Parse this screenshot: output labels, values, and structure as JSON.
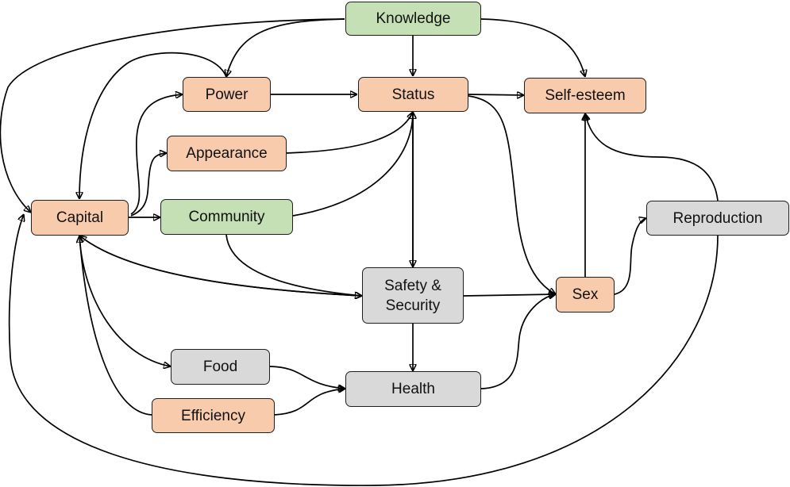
{
  "colors": {
    "orange": "#f8cbad",
    "green": "#c5e0b4",
    "gray": "#d9d9d9",
    "stroke": "#000000"
  },
  "nodes": {
    "knowledge": {
      "label": "Knowledge",
      "color": "green"
    },
    "power": {
      "label": "Power",
      "color": "orange"
    },
    "status": {
      "label": "Status",
      "color": "orange"
    },
    "self_esteem": {
      "label": "Self-esteem",
      "color": "orange"
    },
    "appearance": {
      "label": "Appearance",
      "color": "orange"
    },
    "capital": {
      "label": "Capital",
      "color": "orange"
    },
    "community": {
      "label": "Community",
      "color": "green"
    },
    "reproduction": {
      "label": "Reproduction",
      "color": "gray"
    },
    "safety": {
      "label": "Safety &\nSecurity",
      "color": "gray"
    },
    "sex": {
      "label": "Sex",
      "color": "orange"
    },
    "food": {
      "label": "Food",
      "color": "gray"
    },
    "health": {
      "label": "Health",
      "color": "gray"
    },
    "efficiency": {
      "label": "Efficiency",
      "color": "orange"
    }
  },
  "edges": [
    {
      "from": "knowledge",
      "to": "power"
    },
    {
      "from": "knowledge",
      "to": "status"
    },
    {
      "from": "knowledge",
      "to": "self_esteem"
    },
    {
      "from": "knowledge",
      "to": "capital"
    },
    {
      "from": "power",
      "to": "status"
    },
    {
      "from": "power",
      "to": "capital"
    },
    {
      "from": "capital",
      "to": "power"
    },
    {
      "from": "capital",
      "to": "appearance"
    },
    {
      "from": "capital",
      "to": "community"
    },
    {
      "from": "appearance",
      "to": "status"
    },
    {
      "from": "community",
      "to": "status"
    },
    {
      "from": "community",
      "to": "safety"
    },
    {
      "from": "status",
      "to": "self_esteem"
    },
    {
      "from": "status",
      "to": "safety"
    },
    {
      "from": "safety",
      "to": "status"
    },
    {
      "from": "status",
      "to": "sex"
    },
    {
      "from": "safety",
      "to": "capital"
    },
    {
      "from": "capital",
      "to": "safety"
    },
    {
      "from": "safety",
      "to": "sex"
    },
    {
      "from": "safety",
      "to": "health"
    },
    {
      "from": "capital",
      "to": "food"
    },
    {
      "from": "efficiency",
      "to": "capital"
    },
    {
      "from": "food",
      "to": "health"
    },
    {
      "from": "efficiency",
      "to": "health"
    },
    {
      "from": "health",
      "to": "sex"
    },
    {
      "from": "sex",
      "to": "self_esteem"
    },
    {
      "from": "sex",
      "to": "reproduction"
    },
    {
      "from": "reproduction",
      "to": "self_esteem"
    },
    {
      "from": "reproduction",
      "to": "capital"
    }
  ]
}
